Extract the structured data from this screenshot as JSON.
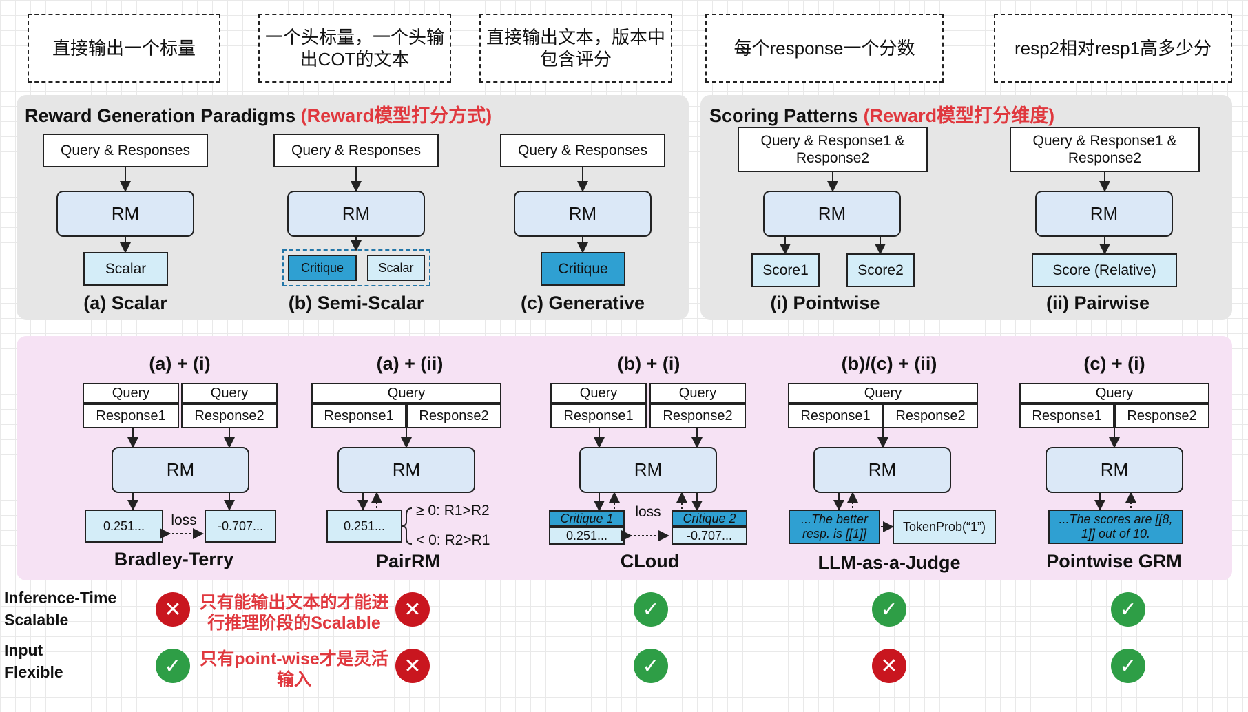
{
  "notes": [
    "直接输出一个标量",
    "一个头标量，一个头输出COT的文本",
    "直接输出文本，版本中包含评分",
    "每个response一个分数",
    "resp2相对resp1高多少分"
  ],
  "left_panel": {
    "title": "Reward Generation Paradigms",
    "title_cn": "(Reward模型打分方式)",
    "input": "Query & Responses",
    "rm": "RM",
    "scalar": "Scalar",
    "critique": "Critique",
    "labels": [
      "(a) Scalar",
      "(b) Semi-Scalar",
      "(c) Generative"
    ]
  },
  "right_panel": {
    "title": "Scoring Patterns",
    "title_cn": "(Reward模型打分维度)",
    "input": "Query & Response1 & Response2",
    "rm": "RM",
    "score1": "Score1",
    "score2": "Score2",
    "relative": "Score (Relative)",
    "labels": [
      "(i) Pointwise",
      "(ii) Pairwise"
    ]
  },
  "methods": {
    "query": "Query",
    "response1": "Response1",
    "response2": "Response2",
    "rm": "RM",
    "loss": "loss",
    "headers": [
      "(a) + (i)",
      "(a) + (ii)",
      "(b) + (i)",
      "(b)/(c) + (ii)",
      "(c) + (i)"
    ],
    "names": [
      "Bradley-Terry",
      "PairRM",
      "CLoud",
      "LLM-as-a-Judge",
      "Pointwise GRM"
    ],
    "bt_values": [
      "0.251...",
      "-0.707..."
    ],
    "pairrm_value": "0.251...",
    "pairrm_rules": [
      "≥ 0: R1>R2",
      "< 0: R2>R1"
    ],
    "cloud_critiques": [
      "Critique 1",
      "Critique 2"
    ],
    "cloud_values": [
      "0.251...",
      "-0.707..."
    ],
    "judge_text": "...The better resp. is [[1]]",
    "judge_prob": "TokenProb(“1”)",
    "grm_text": "...The scores are [[8, 1]] out of 10."
  },
  "criteria": {
    "rows": [
      "Inference-Time Scalable",
      "Input Flexible"
    ],
    "inference": [
      "no",
      "no",
      "yes",
      "yes",
      "yes"
    ],
    "input_flexible": [
      "yes",
      "no",
      "yes",
      "no",
      "yes"
    ],
    "ann1": "只有能输出文本的才能进行推理阶段的Scalable",
    "ann2": "只有point-wise才是灵活输入"
  }
}
